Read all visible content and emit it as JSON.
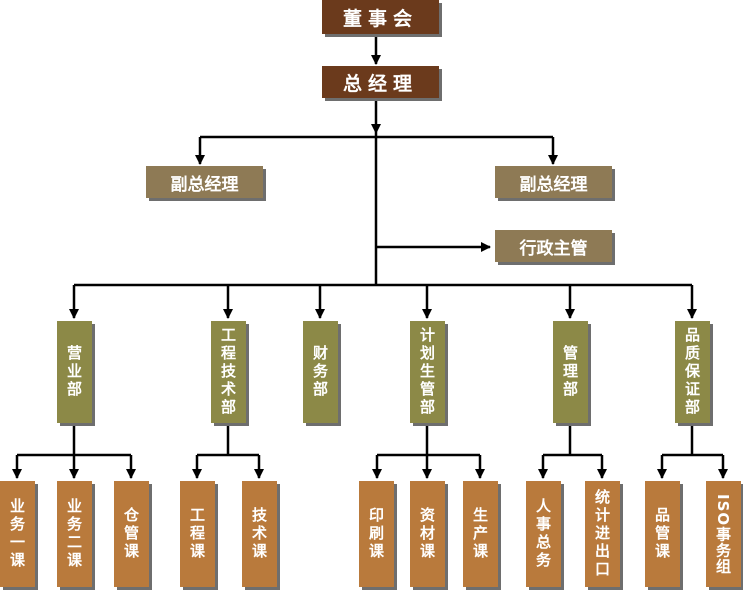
{
  "nodes": {
    "board": "董事会",
    "gm": "总经理",
    "deputy_left": "副总经理",
    "deputy_right": "副总经理",
    "admin": "行政主管",
    "sales": "营业部",
    "engineering": "工程技术部",
    "finance": "财务部",
    "planning": "计划生管部",
    "management": "管理部",
    "quality": "品质保证部",
    "sales_1": "业务一课",
    "sales_2": "业务二课",
    "warehouse": "仓管课",
    "eng_course": "工程课",
    "tech_course": "技术课",
    "print_course": "印刷课",
    "material_course": "资材课",
    "production_course": "生产课",
    "hr_affairs": "人事总务",
    "stats_io": "统计进出口",
    "qc_course": "品管课",
    "iso_group": "ISO事务组"
  }
}
